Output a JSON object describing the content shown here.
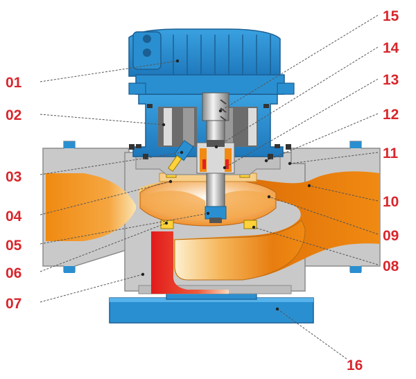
{
  "colors": {
    "label": "#d8262c",
    "blue": "#2a8fd0",
    "blue_dark": "#1e6fae",
    "grey": "#c9c9c9",
    "grey_dark": "#9a9a9a",
    "orange": "#f08a12",
    "red": "#e32222",
    "cream": "#f9d89a",
    "yellow": "#ffd23a"
  },
  "labels": [
    {
      "id": "01",
      "text": "01"
    },
    {
      "id": "02",
      "text": "02"
    },
    {
      "id": "03",
      "text": "03"
    },
    {
      "id": "04",
      "text": "04"
    },
    {
      "id": "05",
      "text": "05"
    },
    {
      "id": "06",
      "text": "06"
    },
    {
      "id": "07",
      "text": "07"
    },
    {
      "id": "08",
      "text": "08"
    },
    {
      "id": "09",
      "text": "09"
    },
    {
      "id": "10",
      "text": "10"
    },
    {
      "id": "11",
      "text": "11"
    },
    {
      "id": "12",
      "text": "12"
    },
    {
      "id": "13",
      "text": "13"
    },
    {
      "id": "14",
      "text": "14"
    },
    {
      "id": "15",
      "text": "15"
    },
    {
      "id": "16",
      "text": "16"
    }
  ]
}
